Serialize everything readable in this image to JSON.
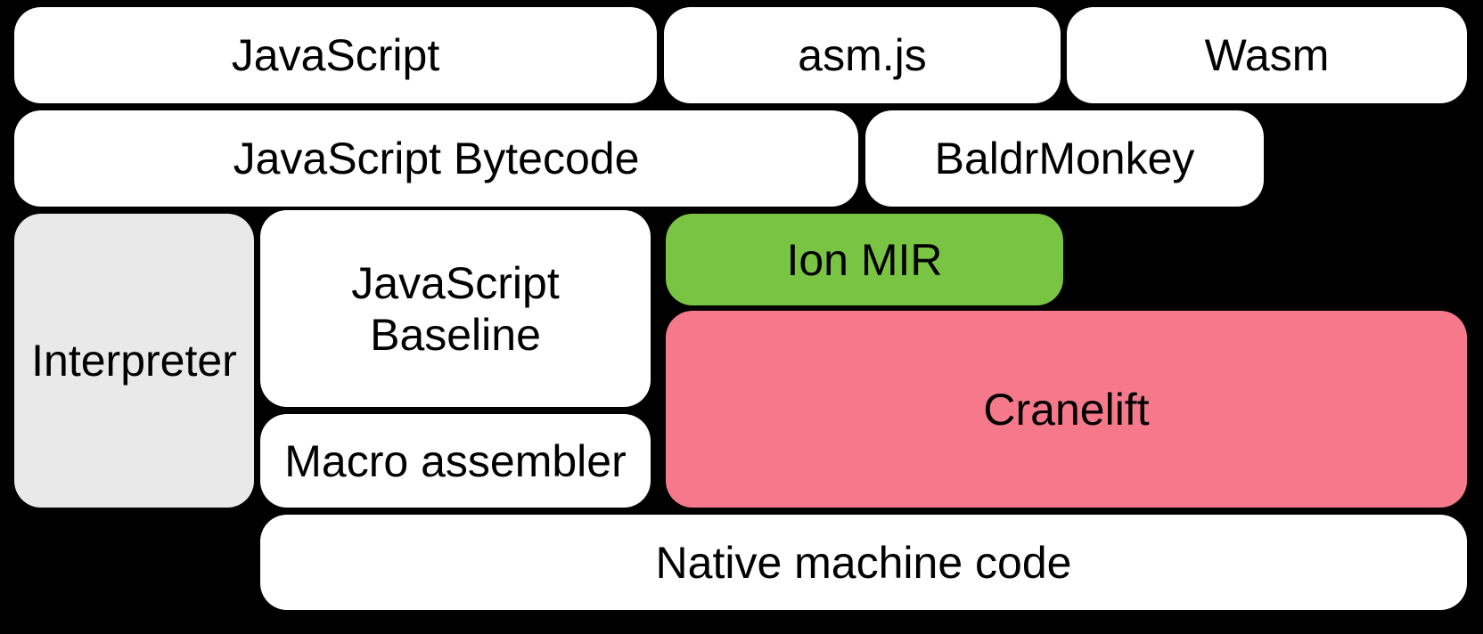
{
  "canvas": {
    "background": "#000000"
  },
  "colors": {
    "box_white": "#ffffff",
    "box_gray": "#e9e9e9",
    "box_green": "#7ac444",
    "box_pink": "#f5798a",
    "text": "#000000"
  },
  "diagram": {
    "boxes": {
      "javascript": {
        "label": "JavaScript"
      },
      "asm_js": {
        "label": "asm.js"
      },
      "wasm": {
        "label": "Wasm"
      },
      "javascript_bytecode": {
        "label": "JavaScript Bytecode"
      },
      "baldrmonkey": {
        "label": "BaldrMonkey"
      },
      "interpreter": {
        "label": "Interpreter"
      },
      "javascript_baseline": {
        "lines": [
          "JavaScript",
          "Baseline"
        ]
      },
      "ion_mir": {
        "label": "Ion MIR"
      },
      "cranelift": {
        "label": "Cranelift"
      },
      "macro_assembler": {
        "label": "Macro assembler"
      },
      "native_machine_code": {
        "label": "Native machine code"
      }
    }
  }
}
